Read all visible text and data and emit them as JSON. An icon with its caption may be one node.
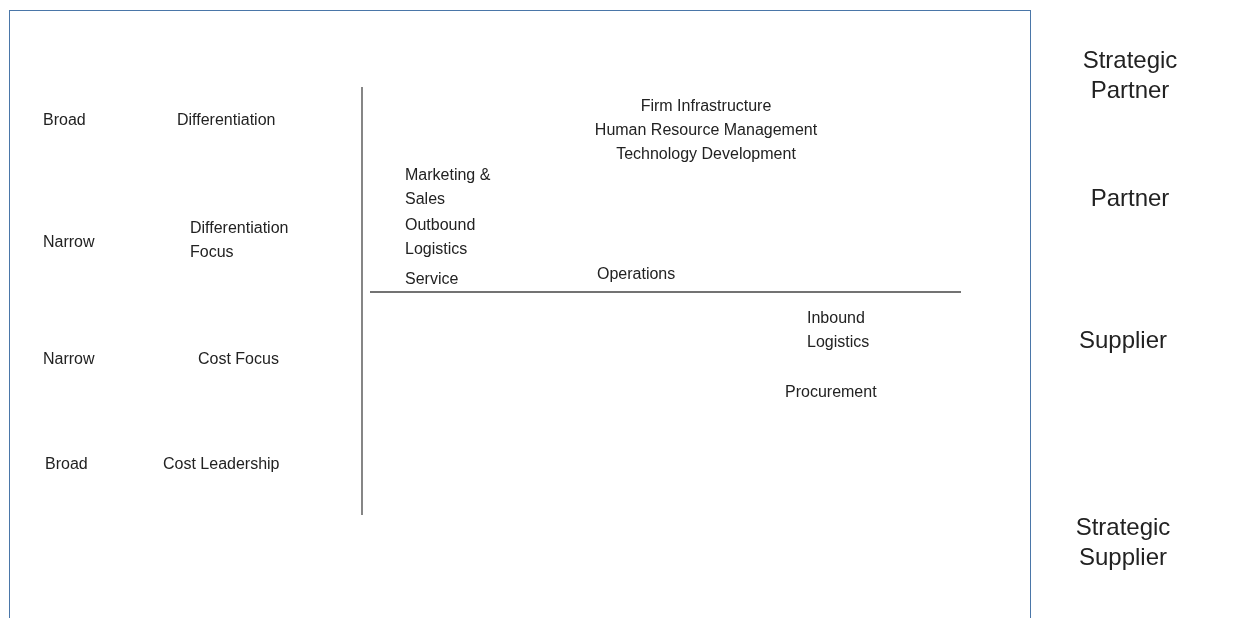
{
  "diagram": {
    "labels": [
      "Strategic Partner",
      "Broad",
      "Differentiation",
      "Firm Infrastructure",
      "Human Resource Management",
      "Technology Development",
      "Marketing & Sales",
      "Partner",
      "Narrow",
      "Differentiation Focus",
      "Outbound Logistics",
      "Service",
      "Operations",
      "Inbound Logistics",
      "Supplier",
      "Procurement",
      "Narrow",
      "Cost Focus",
      "Broad",
      "Cost Leadership",
      "Strategic Supplier"
    ]
  }
}
